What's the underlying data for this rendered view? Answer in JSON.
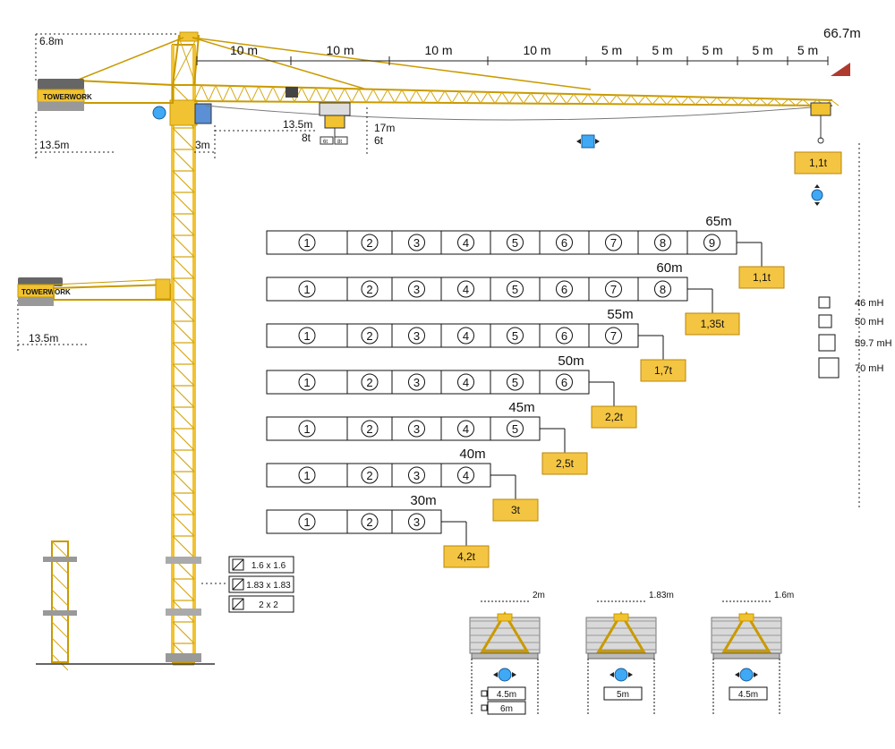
{
  "crane": {
    "max_height_label": "66.7m",
    "top_dim": "6.8m",
    "counter_jib_dims": [
      "13.5m",
      "3m"
    ],
    "lower_counter_jib_dim": "13.5m",
    "jib_segments": [
      "10 m",
      "10 m",
      "10 m",
      "10 m",
      "5 m",
      "5 m",
      "5 m",
      "5 m",
      "5 m"
    ],
    "trolley_near": {
      "radius": "13.5m",
      "load": "8t"
    },
    "trolley_far": {
      "radius": "17m",
      "load": "6t"
    },
    "trolley_tags": [
      "6t",
      "8t"
    ],
    "tip_load": "1,1t",
    "brand": "TOWERWORK"
  },
  "configurations": [
    {
      "radius": "65m",
      "segments": [
        "1",
        "2",
        "3",
        "4",
        "5",
        "6",
        "7",
        "8",
        "9"
      ],
      "tip_load": "1,1t"
    },
    {
      "radius": "60m",
      "segments": [
        "1",
        "2",
        "3",
        "4",
        "5",
        "6",
        "7",
        "8"
      ],
      "tip_load": "1,35t"
    },
    {
      "radius": "55m",
      "segments": [
        "1",
        "2",
        "3",
        "4",
        "5",
        "6",
        "7"
      ],
      "tip_load": "1,7t"
    },
    {
      "radius": "50m",
      "segments": [
        "1",
        "2",
        "3",
        "4",
        "5",
        "6"
      ],
      "tip_load": "2,2t"
    },
    {
      "radius": "45m",
      "segments": [
        "1",
        "2",
        "3",
        "4",
        "5"
      ],
      "tip_load": "2,5t"
    },
    {
      "radius": "40m",
      "segments": [
        "1",
        "2",
        "3",
        "4"
      ],
      "tip_load": "3t"
    },
    {
      "radius": "30m",
      "segments": [
        "1",
        "2",
        "3"
      ],
      "tip_load": "4,2t"
    }
  ],
  "heights_legend": [
    "46 mH",
    "50 mH",
    "59.7 mH",
    "70 mH"
  ],
  "mast_sections": [
    "1.6 x 1.6",
    "1.83 x 1.83",
    "2 x 2"
  ],
  "bases": [
    {
      "top": "2m",
      "bottom": [
        "4.5m",
        "6m"
      ]
    },
    {
      "top": "1.83m",
      "bottom": [
        "5m"
      ]
    },
    {
      "top": "1.6m",
      "bottom": [
        "4.5m"
      ]
    }
  ],
  "colors": {
    "crane": "#f1c232",
    "load_box": "#f4c542",
    "icon_blue": "#3fa9f5"
  }
}
